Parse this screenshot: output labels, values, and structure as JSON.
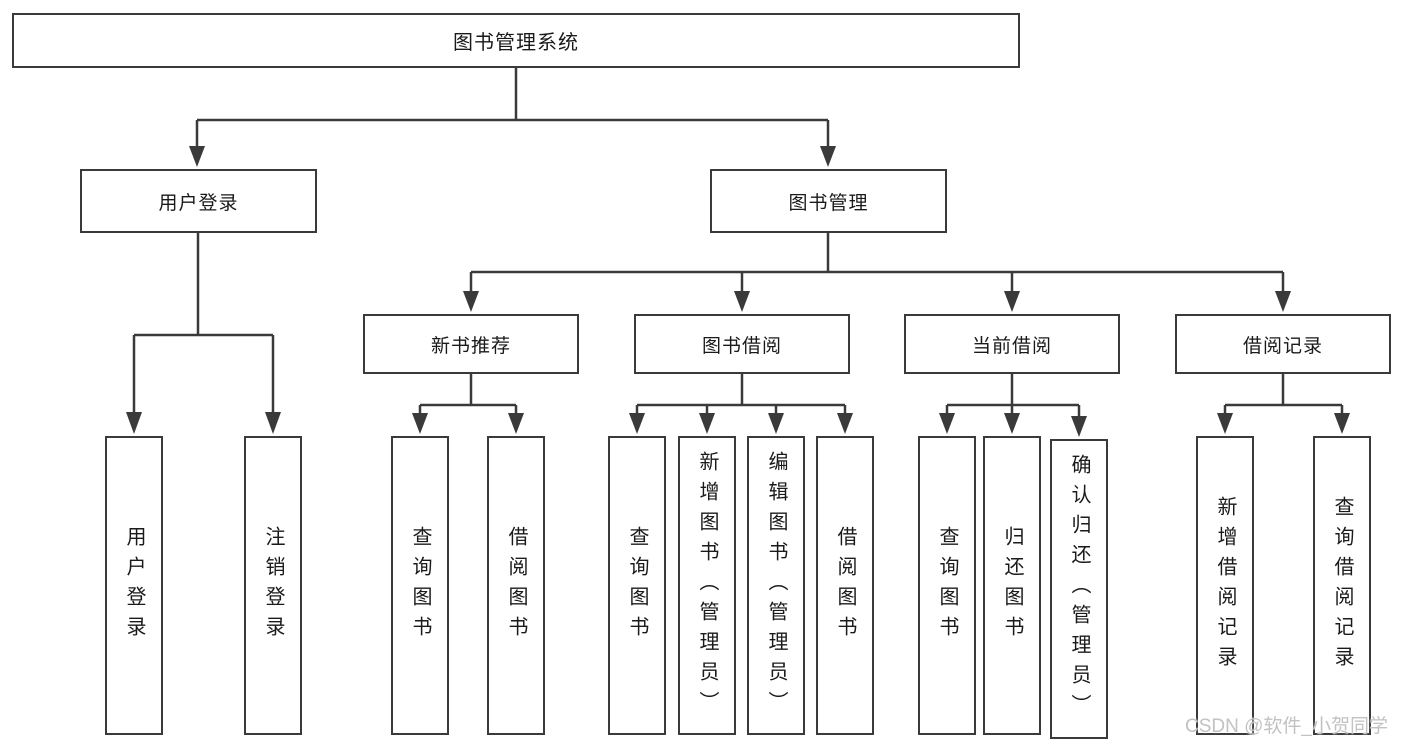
{
  "tree": {
    "label": "图书管理系统",
    "children": [
      {
        "label": "用户登录",
        "children": [
          {
            "label": "用户登录"
          },
          {
            "label": "注销登录"
          }
        ]
      },
      {
        "label": "图书管理",
        "children": [
          {
            "label": "新书推荐",
            "children": [
              {
                "label": "查询图书"
              },
              {
                "label": "借阅图书"
              }
            ]
          },
          {
            "label": "图书借阅",
            "children": [
              {
                "label": "查询图书"
              },
              {
                "label": "新增图书（管理员）"
              },
              {
                "label": "编辑图书（管理员）"
              },
              {
                "label": "借阅图书"
              }
            ]
          },
          {
            "label": "当前借阅",
            "children": [
              {
                "label": "查询图书"
              },
              {
                "label": "归还图书"
              },
              {
                "label": "确认归还（管理员）"
              }
            ]
          },
          {
            "label": "借阅记录",
            "children": [
              {
                "label": "新增借阅记录"
              },
              {
                "label": "查询借阅记录"
              }
            ]
          }
        ]
      }
    ]
  },
  "watermark": {
    "text": "CSDN @软件_小贺同学"
  },
  "colors": {
    "line": "#3a3a3a",
    "box_border": "#3a3a3a",
    "box_fill": "#ffffff",
    "text": "#1a1a1a",
    "watermark": "#c2c2c2",
    "background": "#ffffff"
  }
}
